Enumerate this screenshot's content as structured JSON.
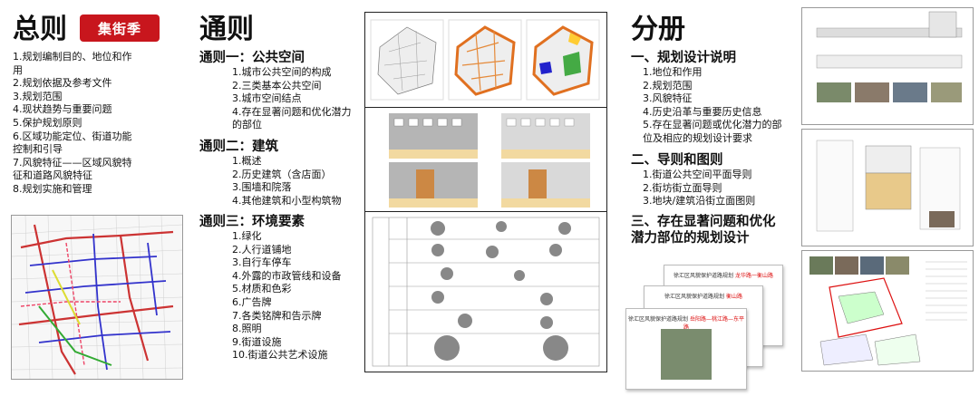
{
  "general": {
    "title": "总则",
    "stamp_text": "集街季",
    "items": [
      "1.规划编制目的、地位和作",
      "用",
      "2.规划依据及参考文件",
      "3.规划范围",
      "4.现状趋势与重要问题",
      "5.保护规划原则",
      "6.区域功能定位、街道功能",
      "控制和引导",
      "7.风貌特征——区域风貌特",
      "征和道路风貌特征",
      "8.规划实施和管理"
    ]
  },
  "common": {
    "title": "通则",
    "sections": [
      {
        "heading": "通则一：公共空间",
        "items": [
          "1.城市公共空间的构成",
          "2.三类基本公共空间",
          "3.城市空间结点",
          "4.存在显著问题和优化潜力",
          "的部位"
        ]
      },
      {
        "heading": "通则二：建筑",
        "items": [
          "1.概述",
          "2.历史建筑（含店面）",
          "3.围墙和院落",
          "4.其他建筑和小型构筑物"
        ]
      },
      {
        "heading": "通则三：环境要素",
        "items": [
          "1.绿化",
          "2.人行道铺地",
          "3.自行车停车",
          "4.外露的市政管线和设备",
          "5.材质和色彩",
          "6.广告牌",
          "7.各类铭牌和告示牌",
          "8.照明",
          "9.街道设施",
          "10.街道公共艺术设施"
        ]
      }
    ]
  },
  "volumes": {
    "title": "分册",
    "sections": [
      {
        "heading": "一、规划设计说明",
        "items": [
          "1.地位和作用",
          "2.规划范围",
          "3.风貌特征",
          "4.历史沿革与重要历史信息",
          "5.存在显著问题或优化潜力的部",
          "位及相应的规划设计要求"
        ]
      },
      {
        "heading": "二、导则和图则",
        "items": [
          "1.街道公共空间平面导则",
          "2.街坊街立面导则",
          "3.地块/建筑沿街立面图则"
        ]
      },
      {
        "heading": "三、存在显著问题和优化",
        "items": []
      }
    ],
    "heading_cont": "潜力部位的规划设计"
  },
  "docs": [
    {
      "title": "徐汇区风貌保护道路规划",
      "title_red": "龙华路一衡山路"
    },
    {
      "title": "徐汇区风貌保护道路规划",
      "title_red": "衡山路"
    },
    {
      "title": "徐汇区风貌保护道路规划",
      "title_red": "岳阳路—桃江路—东平路"
    }
  ],
  "colors": {
    "stamp": "#c8161d",
    "wall": "#a8a8a8",
    "ground": "#f2d9a0",
    "red": "#d11111"
  }
}
